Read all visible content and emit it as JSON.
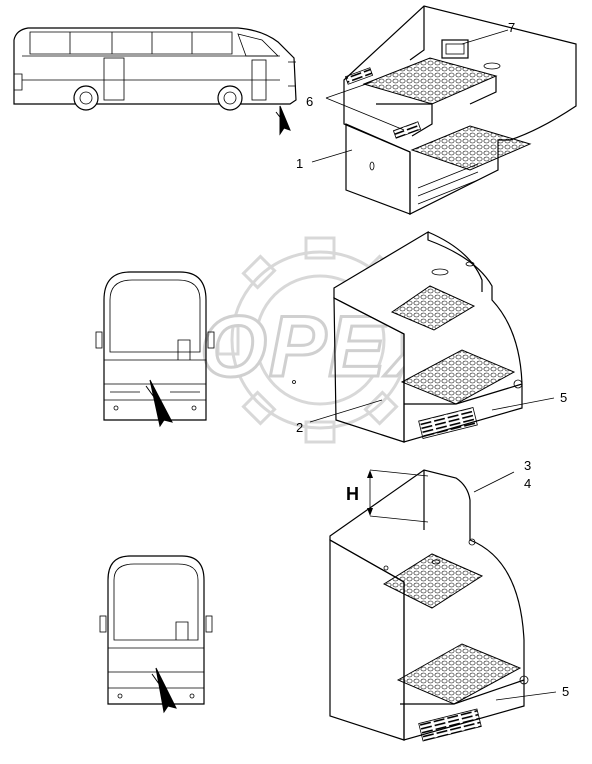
{
  "watermark": {
    "text": "OPEX"
  },
  "callouts": [
    {
      "id": "1",
      "text": "1"
    },
    {
      "id": "2",
      "text": "2"
    },
    {
      "id": "3",
      "text": "3"
    },
    {
      "id": "4",
      "text": "4"
    },
    {
      "id": "5a",
      "text": "5"
    },
    {
      "id": "5b",
      "text": "5"
    },
    {
      "id": "6",
      "text": "6"
    },
    {
      "id": "7",
      "text": "7"
    }
  ],
  "dimension": {
    "label": "H"
  },
  "colors": {
    "line": "#000000",
    "watermark": "#d0d0d0",
    "background": "#ffffff"
  }
}
